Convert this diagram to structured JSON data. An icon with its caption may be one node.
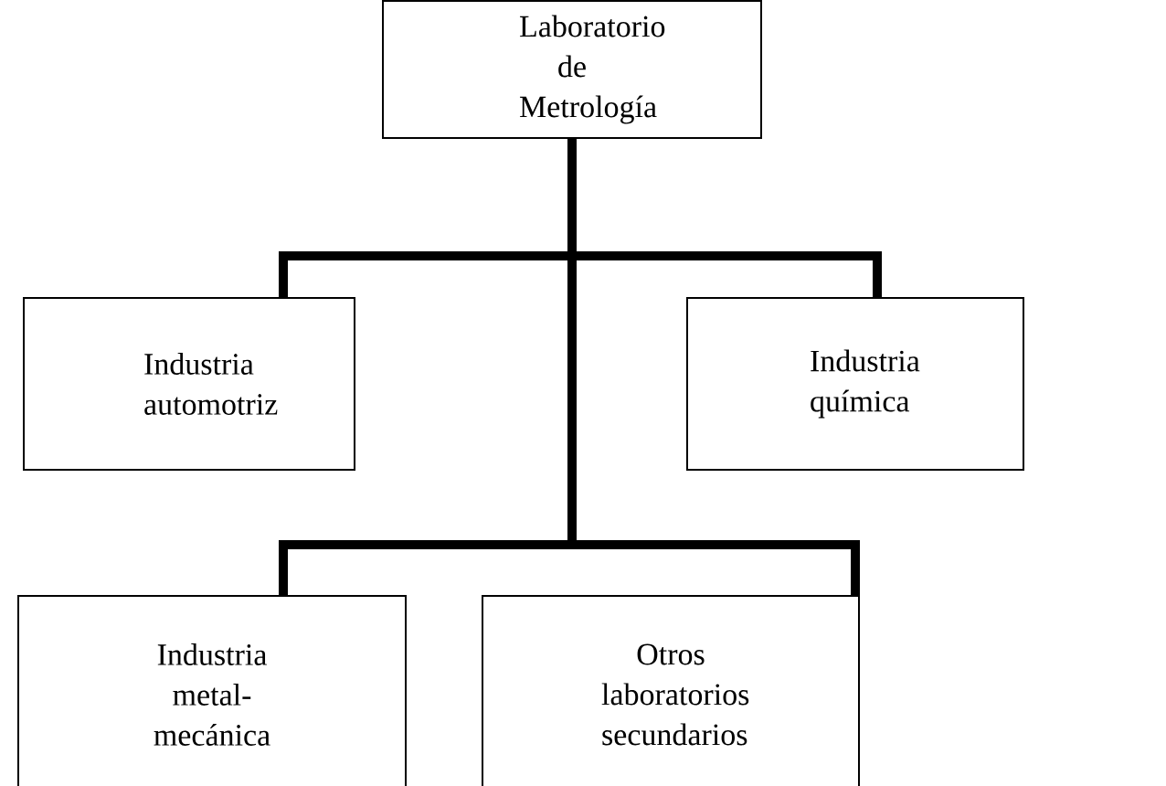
{
  "diagram": {
    "nodes": [
      {
        "text": [
          "Laboratorio de Metrología"
        ]
      },
      {
        "text": [
          "Industria automotriz"
        ]
      },
      {
        "text": [
          "Industria química"
        ]
      },
      {
        "text": [
          "Industria metal-mecánica"
        ]
      },
      {
        "text": [
          "Otros laboratorios secundarios"
        ]
      }
    ],
    "edges": [
      {
        "from": 0,
        "to": 1,
        "arrow": "none"
      },
      {
        "from": 0,
        "to": 2,
        "arrow": "none"
      },
      {
        "from": 0,
        "to": 3,
        "arrow": "none"
      },
      {
        "from": 0,
        "to": 4,
        "arrow": "none"
      }
    ]
  }
}
